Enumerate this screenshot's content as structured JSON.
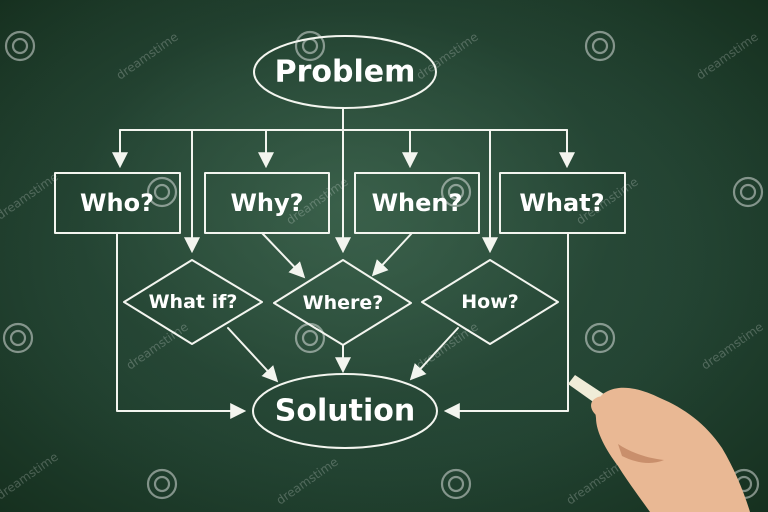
{
  "diagram": {
    "problem": "Problem",
    "solution": "Solution",
    "questions": [
      "Who?",
      "Why?",
      "When?",
      "What?"
    ],
    "decisions": [
      "What if?",
      "Where?",
      "How?"
    ]
  },
  "watermark": {
    "text": "dreamstime"
  }
}
